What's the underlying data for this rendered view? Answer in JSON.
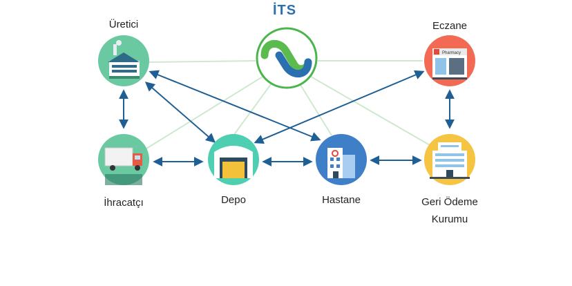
{
  "title": "İTS",
  "nodes": {
    "uretici": {
      "label": "Üretici",
      "color": "#6bc9a2",
      "icon": "factory-icon"
    },
    "eczane": {
      "label": "Eczane",
      "color": "#f26a53",
      "icon": "pharmacy-icon",
      "sign": "Pharmacy"
    },
    "ihracatci": {
      "label": "İhracatçı",
      "color": "#6bc9a2",
      "icon": "truck-icon"
    },
    "depo": {
      "label": "Depo",
      "color": "#4fcfb1",
      "icon": "warehouse-icon"
    },
    "hastane": {
      "label": "Hastane",
      "color": "#3e7fc8",
      "icon": "hospital-icon"
    },
    "geri_odeme": {
      "label_line1": "Geri Ödeme",
      "label_line2": "Kurumu",
      "color": "#f6c443",
      "icon": "office-building-icon"
    }
  },
  "colors": {
    "arrow": "#1f5f94",
    "faint_line": "#cfe8cf",
    "logo_ring": "#4ab54a",
    "logo_green": "#5cbb4f",
    "logo_blue": "#2a6fb0"
  }
}
